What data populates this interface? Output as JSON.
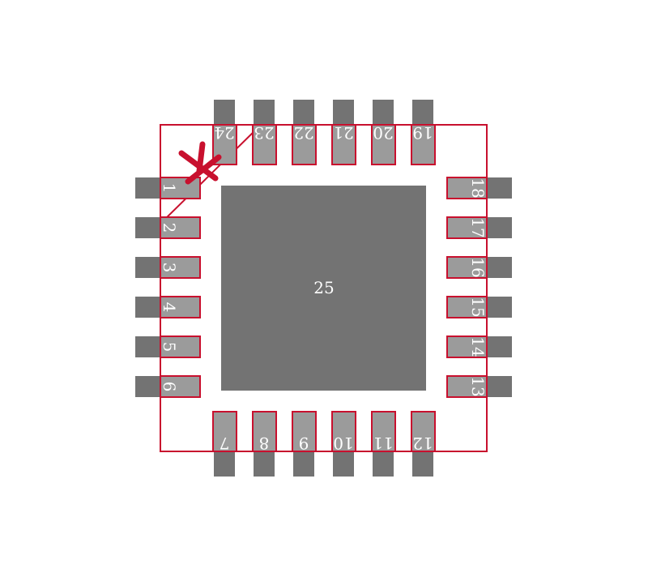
{
  "colors": {
    "background": "#ffffff",
    "pad_dark": "#737373",
    "pad_light": "#9b9b9b",
    "outline": "#c8102e",
    "label": "#ffffff"
  },
  "pins": {
    "left": [
      "1",
      "2",
      "3",
      "4",
      "5",
      "6"
    ],
    "bottom": [
      "7",
      "8",
      "9",
      "10",
      "11",
      "12"
    ],
    "right": [
      "13",
      "14",
      "15",
      "16",
      "17",
      "18"
    ],
    "top": [
      "19",
      "20",
      "21",
      "22",
      "23",
      "24"
    ]
  },
  "exposed_pad": {
    "label": "25"
  },
  "pin1_marker": {
    "icon": "asterisk-icon"
  }
}
